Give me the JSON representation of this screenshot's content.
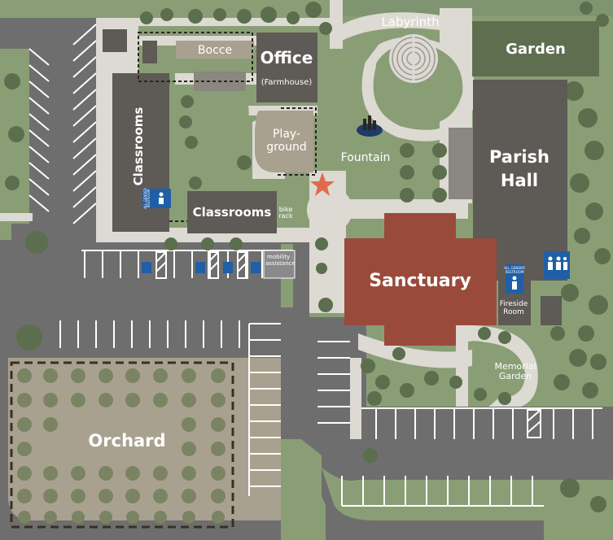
{
  "map": {
    "colors": {
      "lawn": "#8a9e76",
      "pavement": "#6e6e6e",
      "path": "#dcdad3",
      "building": "#5e5a55",
      "sanctuary": "#9a4a3b",
      "orchard": "#a9a18f",
      "tree": "#5b6e4d",
      "star": "#e06b4b",
      "accessible": "#1f5fa8"
    },
    "buildings": {
      "office": "Office",
      "office_sub": "(Farmhouse)",
      "classrooms_vertical": "Classrooms",
      "classrooms_horizontal": "Classrooms",
      "parish_hall_line1": "Parish",
      "parish_hall_line2": "Hall",
      "sanctuary": "Sanctuary",
      "fireside_line1": "Fireside",
      "fireside_line2": "Room"
    },
    "areas": {
      "bocce": "Bocce",
      "playground_line1": "Play-",
      "playground_line2": "ground",
      "labyrinth": "Labyrinth",
      "fountain": "Fountain",
      "garden": "Garden",
      "memorial_line1": "Memorial",
      "memorial_line2": "Garden",
      "orchard": "Orchard",
      "bike_line1": "bike",
      "bike_line2": "rack",
      "mobility_line1": "mobility",
      "mobility_line2": "assistance"
    },
    "restroom_label": {
      "line1": "ALL GENDER",
      "line2": "RESTROOM"
    }
  }
}
